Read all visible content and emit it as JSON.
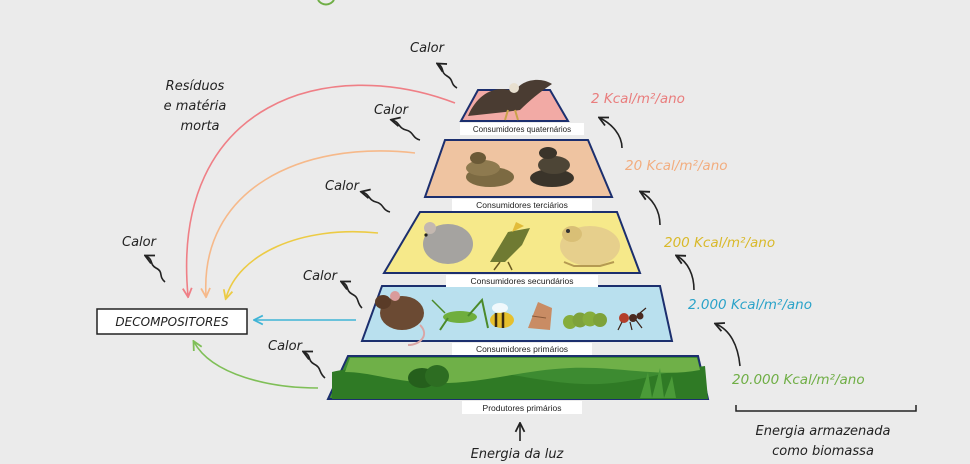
{
  "heat_label": "Calor",
  "levels": [
    {
      "id": "quaternarios",
      "label": "Consumidores quaternários",
      "energy": "2 Kcal/m²/ano",
      "color": "#e97d7d",
      "fill": "#f2aaa5"
    },
    {
      "id": "terciarios",
      "label": "Consumidores terciários",
      "energy": "20 Kcal/m²/ano",
      "color": "#f2ad7f",
      "fill": "#efc4a1"
    },
    {
      "id": "secundarios",
      "label": "Consumidores secundários",
      "energy": "200 Kcal/m²/ano",
      "color": "#ead244",
      "fill": "#f6e98a"
    },
    {
      "id": "primarios",
      "label": "Consumidores primários",
      "energy": "2.000 Kcal/m²/ano",
      "color": "#3fb4d6",
      "fill": "#b9e0ee"
    },
    {
      "id": "produtores",
      "label": "Produtores primários",
      "energy": "20.000 Kcal/m²/ano",
      "color": "#7fbf57",
      "fill": "#3c8a2f"
    }
  ],
  "decompositores": "DECOMPOSITORES",
  "residuos": [
    "Resíduos",
    "e matéria",
    "morta"
  ],
  "energy_caption": [
    "Energia armazenada",
    "como biomassa"
  ],
  "light_label": "Energia da luz",
  "colors": {
    "background": "#ebebeb",
    "outline": "#1f2d6b",
    "text": "#222222",
    "arrow": "#222222"
  }
}
